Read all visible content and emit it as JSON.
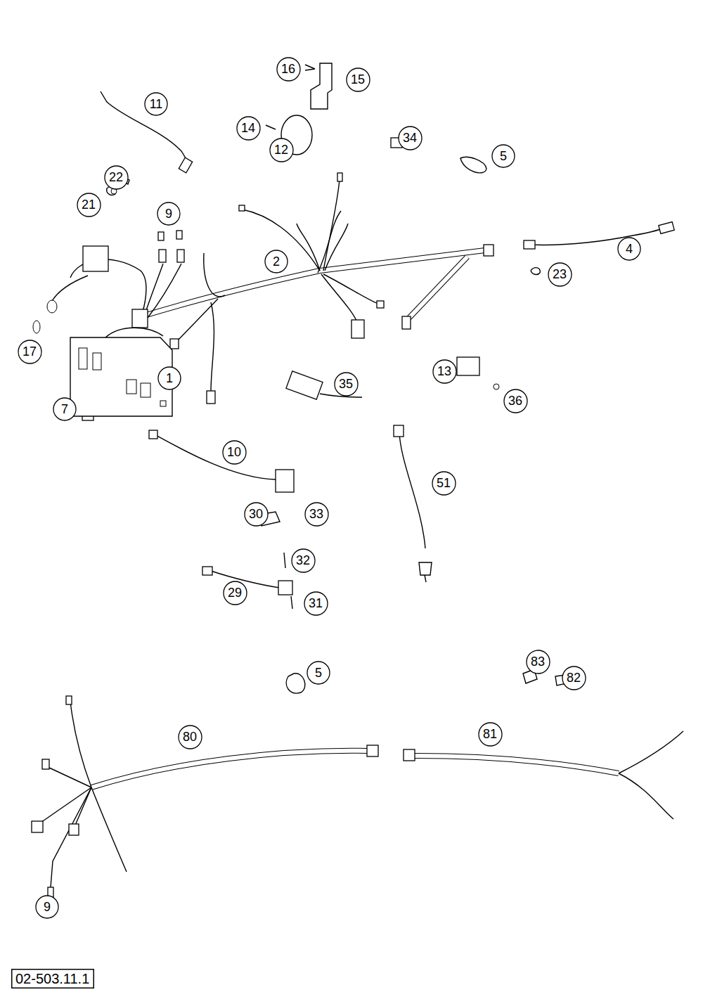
{
  "diagram": {
    "nodes": [
      {
        "text": [
          "11"
        ]
      },
      {
        "text": [
          "16"
        ]
      },
      {
        "text": [
          "15"
        ]
      },
      {
        "text": [
          "14"
        ]
      },
      {
        "text": [
          "34"
        ]
      },
      {
        "text": [
          "12"
        ]
      },
      {
        "text": [
          "5"
        ]
      },
      {
        "text": [
          "22"
        ]
      },
      {
        "text": [
          "21"
        ]
      },
      {
        "text": [
          "9"
        ]
      },
      {
        "text": [
          "2"
        ]
      },
      {
        "text": [
          "4"
        ]
      },
      {
        "text": [
          "23"
        ]
      },
      {
        "text": [
          "17"
        ]
      },
      {
        "text": [
          "1"
        ]
      },
      {
        "text": [
          "13"
        ]
      },
      {
        "text": [
          "35"
        ]
      },
      {
        "text": [
          "36"
        ]
      },
      {
        "text": [
          "7"
        ]
      },
      {
        "text": [
          "10"
        ]
      },
      {
        "text": [
          "51"
        ]
      },
      {
        "text": [
          "33"
        ]
      },
      {
        "text": [
          "30"
        ]
      },
      {
        "text": [
          "32"
        ]
      },
      {
        "text": [
          "29"
        ]
      },
      {
        "text": [
          "31"
        ]
      },
      {
        "text": [
          "5"
        ]
      },
      {
        "text": [
          "83"
        ]
      },
      {
        "text": [
          "82"
        ]
      },
      {
        "text": [
          "80"
        ]
      },
      {
        "text": [
          "81"
        ]
      },
      {
        "text": [
          "9"
        ]
      },
      {
        "text": [
          "02-503.11.1"
        ]
      }
    ],
    "edges": []
  }
}
